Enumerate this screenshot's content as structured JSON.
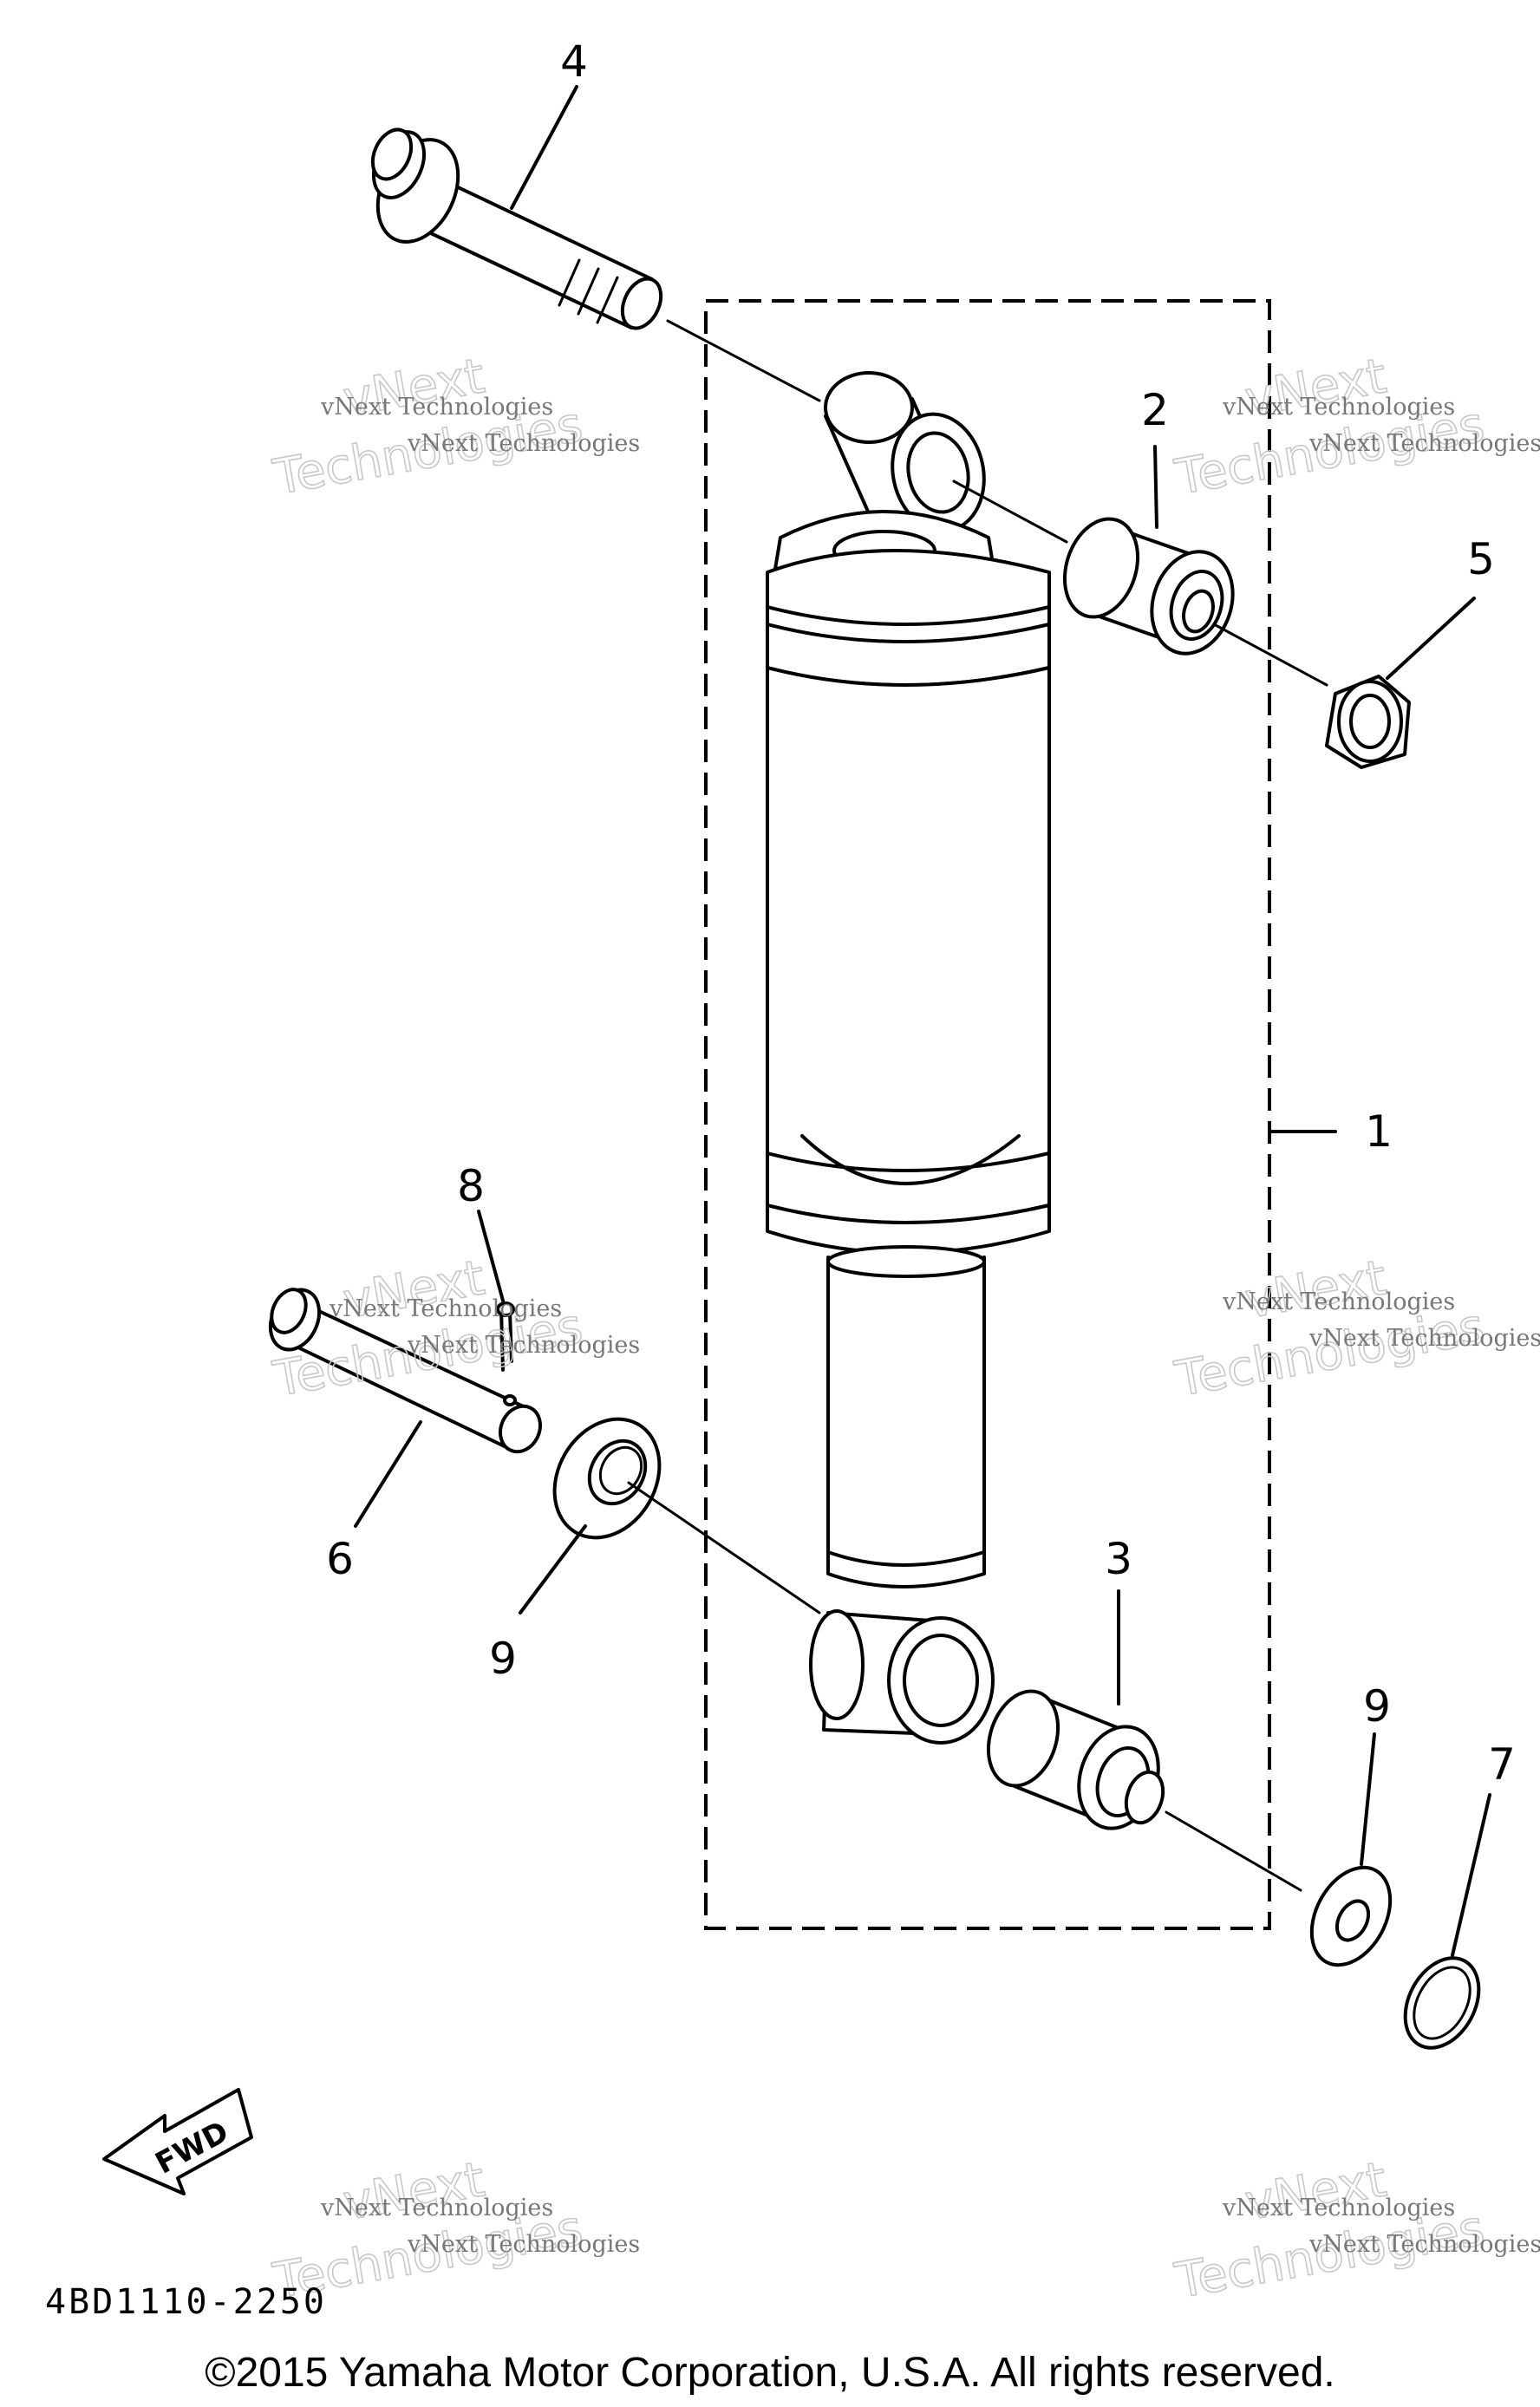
{
  "callouts": {
    "n1": "1",
    "n2": "2",
    "n3": "3",
    "n4": "4",
    "n5": "5",
    "n6": "6",
    "n7": "7",
    "n8": "8",
    "n9a": "9",
    "n9b": "9"
  },
  "fwd_label": "FWD",
  "diagram_code": "4BD1110-2250",
  "copyright": "©2015 Yamaha Motor Corporation, U.S.A. All rights reserved.",
  "watermark": {
    "small": "vNext Technologies",
    "big_line1": "vNext",
    "big_line2": "Technologies"
  }
}
